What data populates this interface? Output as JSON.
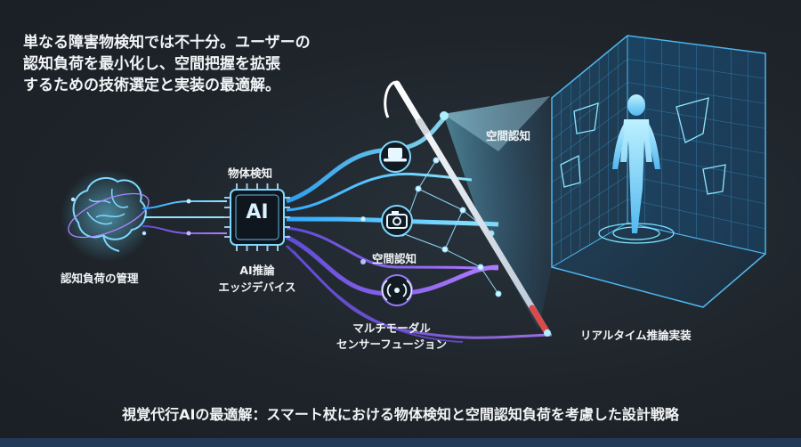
{
  "intro": {
    "lines": "単なる障害物検知では不十分。ユーザーの\n認知負荷を最小化し、空間把握を拡張\nするための技術選定と実装の最適解。"
  },
  "labels": {
    "cognitive": "認知負荷の管理",
    "object": "物体検知",
    "ai_chip": "AI",
    "ai_edge": "AI推論\nエッジデバイス",
    "spatial_mid": "空間認知",
    "spatial_top": "空間認知",
    "fusion": "マルチモーダル\nセンサーフュージョン",
    "realtime": "リアルタイム推論実装"
  },
  "icons": {
    "brain": "brain-icon",
    "chip": "ai-chip-icon",
    "hat": "hat-icon",
    "camera": "camera-icon",
    "sensor": "signal-sensor-icon",
    "cane": "white-cane-icon",
    "person": "human-figure-icon"
  },
  "colors": {
    "background": "#1e2329",
    "accent_cyan": "#3fd0ff",
    "accent_purple": "#8a6bff",
    "footer_bar": "#223a57"
  },
  "footer": {
    "title": "視覚代行AIの最適解：スマート杖における物体検知と空間認知負荷を考慮した設計戦略"
  }
}
